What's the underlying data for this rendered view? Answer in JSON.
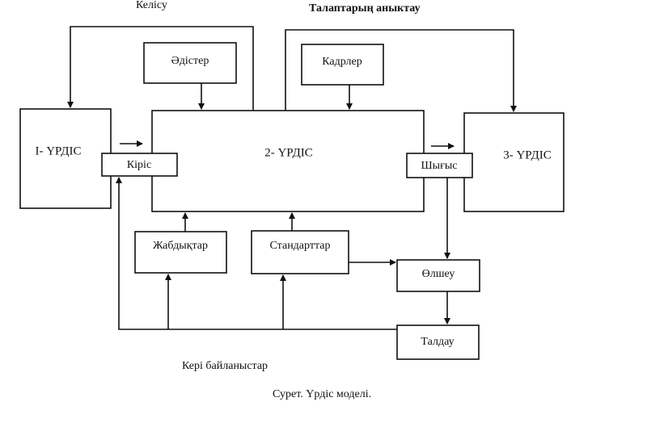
{
  "labels": {
    "top_left": "Келісу",
    "top_right": "Талаптарың аныктау",
    "feedback": "Кері байланыстар",
    "caption": "Сурет. Үрдіс моделі."
  },
  "boxes": {
    "process1": "І- ҮРДІС",
    "process2": "2- ҮРДІС",
    "process3": "3- ҮРДІС",
    "input": "Кіріс",
    "output": "Шығыс",
    "methods": "Әдістер",
    "staff": "Кадрлер",
    "equipment": "Жабдықтар",
    "standards": "Стандарттар",
    "measurement": "Өлшеу",
    "analysis": "Талдау"
  }
}
